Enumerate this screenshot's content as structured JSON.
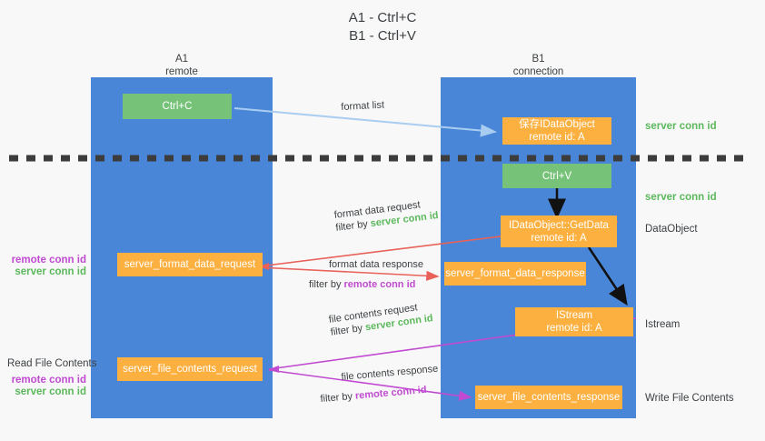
{
  "title": "A1 - Ctrl+C\nB1 - Ctrl+V",
  "columns": {
    "left": {
      "name": "A1",
      "sub": "remote"
    },
    "right": {
      "name": "B1",
      "sub": "connection"
    }
  },
  "nodes": {
    "ctrl_c": {
      "label": "Ctrl+C"
    },
    "ctrl_v": {
      "label": "Ctrl+V"
    },
    "save_idataobject": {
      "line1": "保存IDataObject",
      "line2": "remote id: A"
    },
    "getdata": {
      "line1": "IDataObject::GetData",
      "line2": "remote id: A"
    },
    "istream": {
      "line1": "IStream",
      "line2": "remote id: A"
    },
    "server_format_data_request": {
      "label": "server_format_data_request"
    },
    "server_format_data_response": {
      "label": "server_format_data_response"
    },
    "server_file_contents_request": {
      "label": "server_file_contents_request"
    },
    "server_file_contents_response": {
      "label": "server_file_contents_response"
    }
  },
  "edges": {
    "format_list": {
      "label": "format list"
    },
    "format_data_request": {
      "line1": "format data request",
      "filter_prefix": "filter by ",
      "filter_value": "server conn id"
    },
    "format_data_response": {
      "line1": "format data response",
      "filter_prefix": "filter by ",
      "filter_value": "remote conn id"
    },
    "file_contents_request": {
      "line1": "file contents request",
      "filter_prefix": "filter by ",
      "filter_value": "server conn id"
    },
    "file_contents_response": {
      "line1": "file contents response",
      "filter_prefix": "filter by ",
      "filter_value": "remote conn id"
    }
  },
  "annotations": {
    "right": [
      {
        "id": "server-conn-id-top",
        "text": "server conn id",
        "style": "green"
      },
      {
        "id": "server-conn-id-second",
        "text": "server conn id",
        "style": "green"
      },
      {
        "id": "dataobject",
        "text": "DataObject",
        "style": "plain"
      },
      {
        "id": "istream",
        "text": "Istream",
        "style": "plain"
      },
      {
        "id": "write-file-contents",
        "text": "Write File Contents",
        "style": "plain"
      }
    ],
    "left": [
      {
        "id": "remote-conn-id-upper",
        "text": "remote conn id",
        "style": "purple"
      },
      {
        "id": "server-conn-id-upper",
        "text": "server conn id",
        "style": "green"
      },
      {
        "id": "read-file-contents",
        "text": "Read File Contents",
        "style": "plain"
      },
      {
        "id": "remote-conn-id-lower",
        "text": "remote conn id",
        "style": "purple"
      },
      {
        "id": "server-conn-id-lower",
        "text": "server conn id",
        "style": "green"
      }
    ]
  },
  "colors": {
    "lane": "#4a86d8",
    "green_node": "#76c278",
    "orange_node": "#fbb040",
    "arrow_blue": "#a9cdf0",
    "arrow_red": "#e8625a",
    "arrow_magenta": "#c04bd0",
    "arrow_black": "#000000",
    "dashed_line": "#3c3c3c"
  }
}
